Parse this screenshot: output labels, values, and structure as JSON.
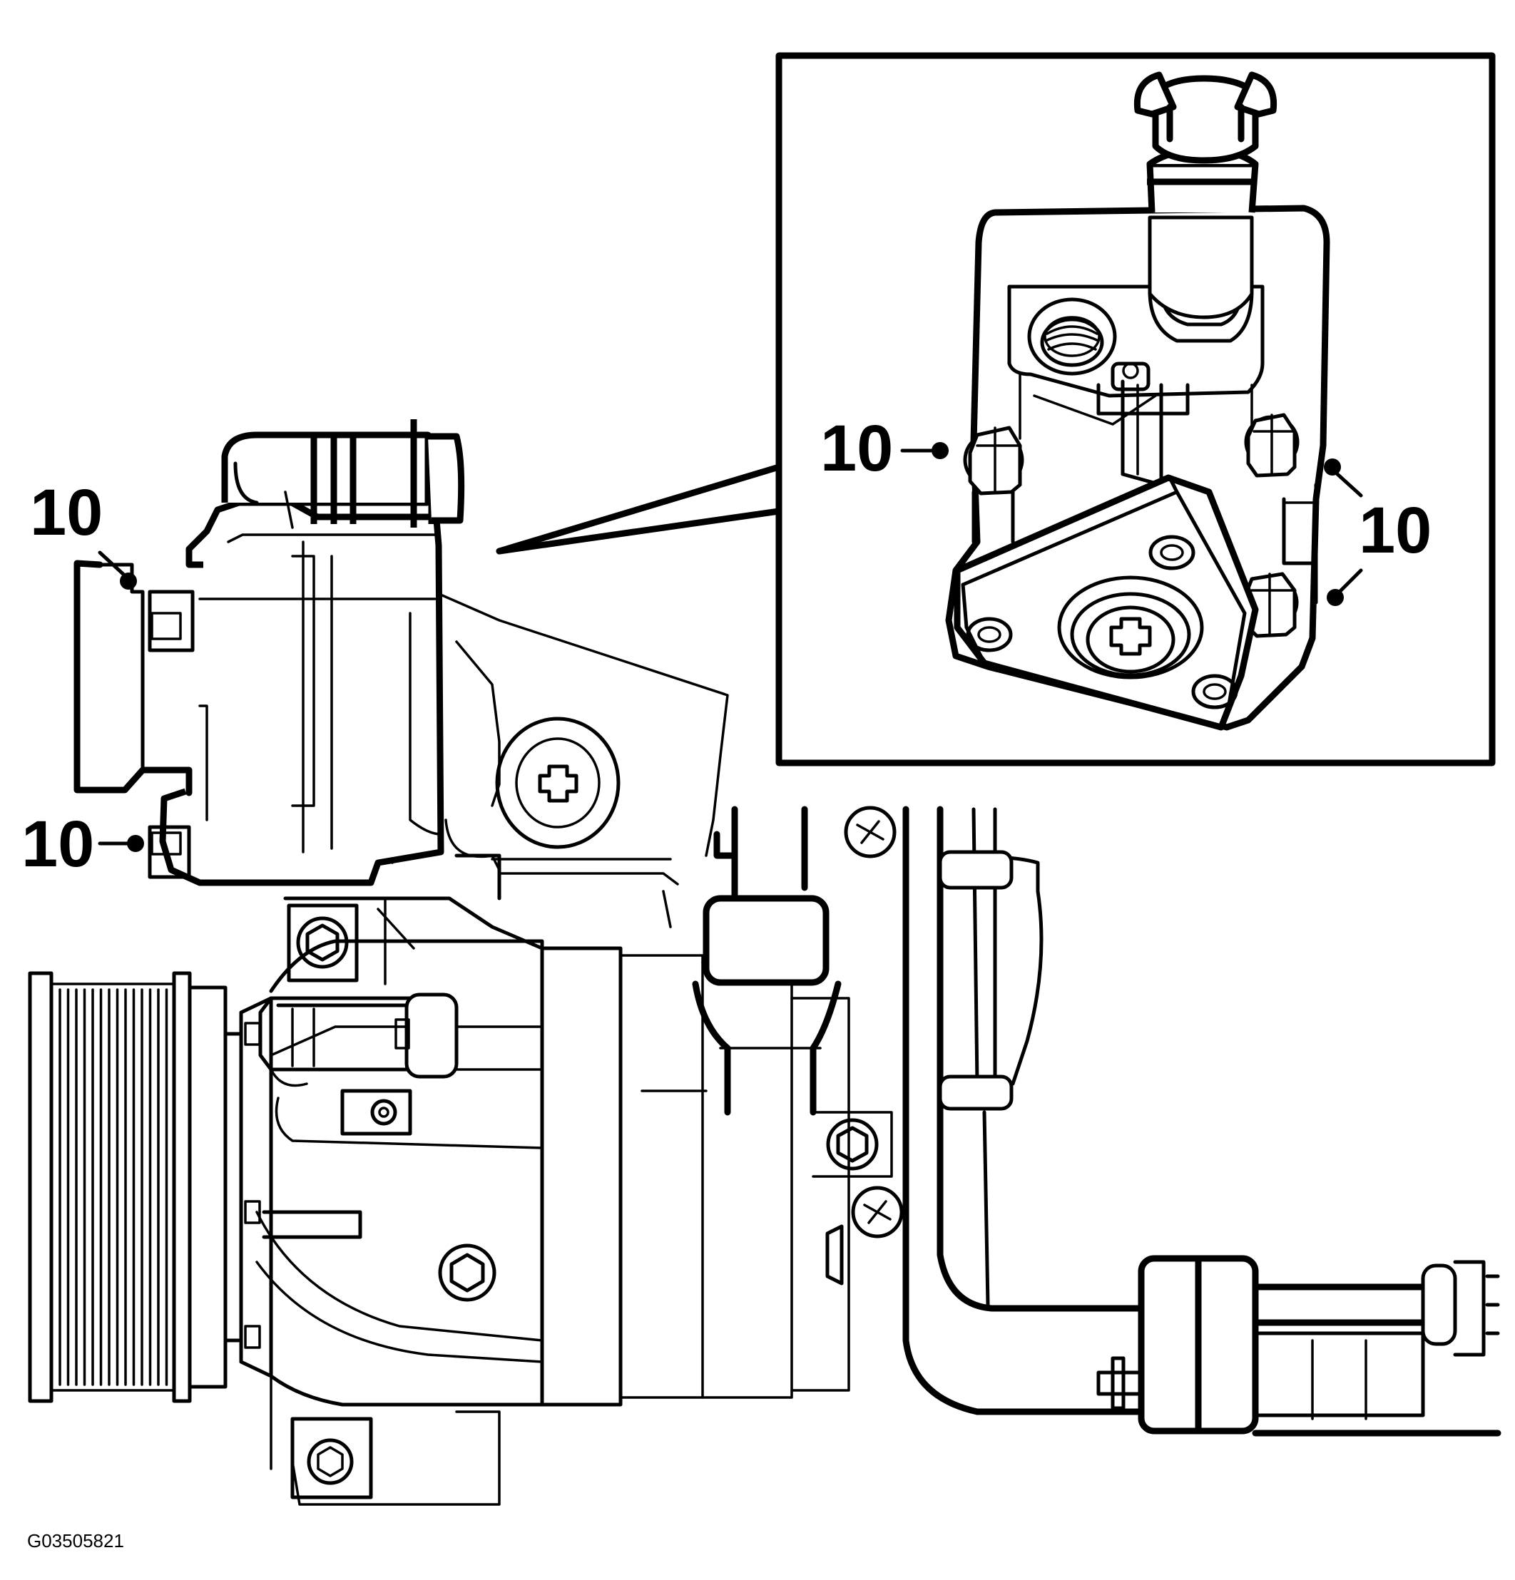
{
  "figure_id": "G03505821",
  "callouts": [
    {
      "id": "left-top",
      "label": "10"
    },
    {
      "id": "left-bottom",
      "label": "10"
    },
    {
      "id": "inset-left",
      "label": "10"
    },
    {
      "id": "inset-right",
      "label": "10"
    }
  ],
  "colors": {
    "line": "#000000",
    "background": "#ffffff"
  }
}
